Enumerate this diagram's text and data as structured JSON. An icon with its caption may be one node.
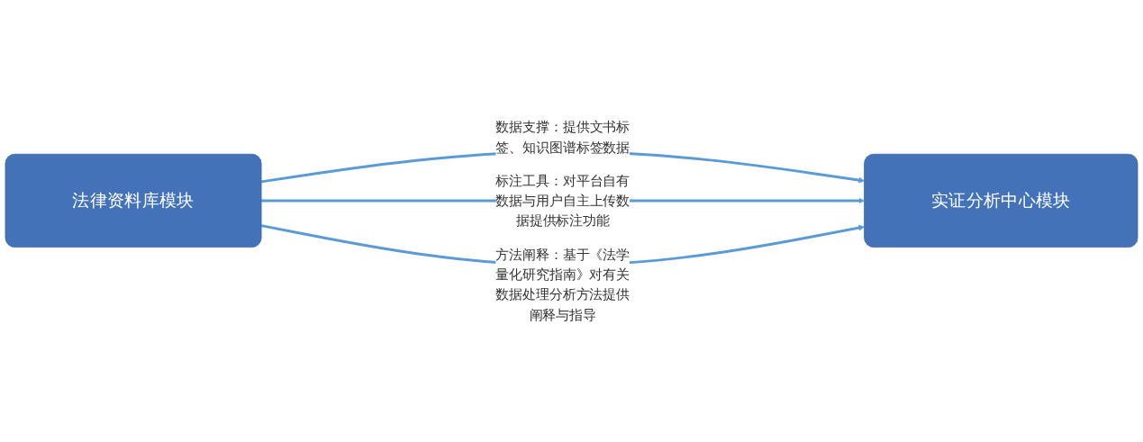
{
  "diagram": {
    "nodes": [
      {
        "text": [
          "法律资料库模块"
        ]
      },
      {
        "text": [
          "实证分析中心模块"
        ]
      }
    ],
    "edges": [
      {
        "from": 0,
        "to": 1,
        "arrow": "to",
        "label": "数据支撑：提供文书标签、知识图谱标签数据"
      },
      {
        "from": 0,
        "to": 1,
        "arrow": "to",
        "label": "标注工具：对平台自有数据与用户自主上传数据提供标注功能"
      },
      {
        "from": 0,
        "to": 1,
        "arrow": "to",
        "label": "方法阐释：基于《法学量化研究指南》对有关数据处理分析方法提供阐释与指导"
      }
    ]
  }
}
